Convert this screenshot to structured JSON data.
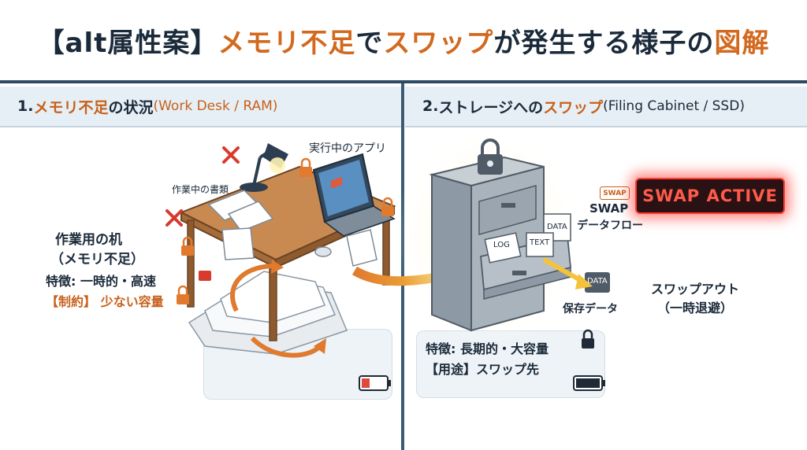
{
  "title": {
    "prefix": "【alt属性案】",
    "part1": "メモリ不足",
    "part2": "で",
    "part3": "スワップ",
    "part4": "が発生する様子の",
    "part5": "図解"
  },
  "left_panel": {
    "num": "1. ",
    "hl": "メモリ不足",
    "rest": "の状況 ",
    "en": "(Work Desk / RAM)",
    "label_apps": "実行中のアプリ",
    "label_docs": "作業中の書類",
    "desk_line1": "作業用の机",
    "desk_line2": "（メモリ不足）",
    "feature": "特徴: 一時的・高速",
    "limit_tag": "【制約】",
    "limit_text": "少ない容量"
  },
  "right_panel": {
    "num": "2. ",
    "rest": "ストレージへの",
    "hl": "スワップ",
    "en": " (Filing Cabinet / SSD)",
    "swap_active": "SWAP ACTIVE",
    "swap_tag": "SWAP",
    "flow_line1": "SWAP",
    "flow_line2": "データフロー",
    "save_data": "保存データ",
    "swap_out_line1": "スワップアウト",
    "swap_out_line2": "（一時退避）",
    "feature": "特徴: 長期的・大容量",
    "use": "【用途】スワップ先",
    "doc_log": "LOG",
    "doc_text": "TEXT",
    "doc_data": "DATA",
    "doc_data2": "DATA"
  },
  "colors": {
    "accent": "#c8611b",
    "navy": "#2c4a63",
    "alert": "#ff3b2f",
    "arrow": "#f2b733"
  },
  "icons": [
    "lock-icon",
    "cross-icon",
    "desk-lamp-icon",
    "laptop-icon",
    "filing-cabinet-icon",
    "battery-low-icon",
    "battery-full-icon"
  ]
}
